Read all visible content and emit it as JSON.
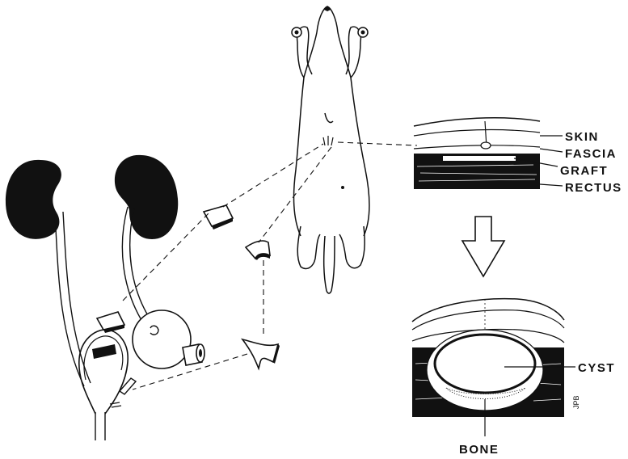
{
  "labels": {
    "skin": "SKIN",
    "fascia": "FASCIA",
    "graft": "GRAFT",
    "rectus": "RECTUS",
    "cyst": "CYST",
    "bone": "BONE",
    "initials": "JPB"
  },
  "colors": {
    "ink": "#111111",
    "paper": "#ffffff"
  }
}
